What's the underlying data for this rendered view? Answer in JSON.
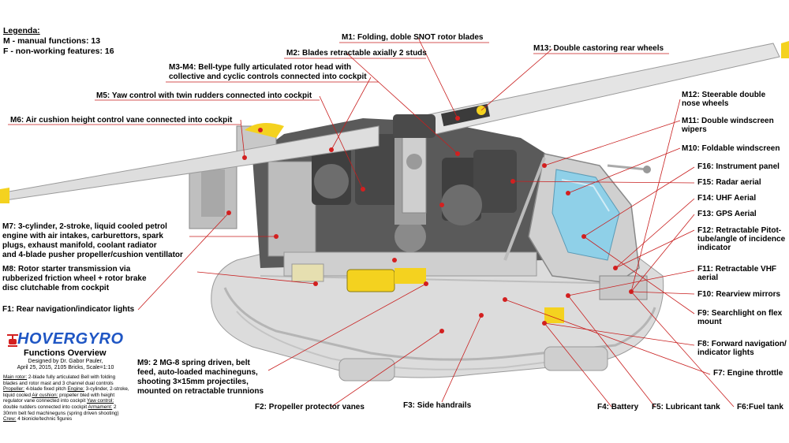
{
  "legend": {
    "title": "Legenda:",
    "manual": "M - manual functions: 13",
    "nonworking": "F - non-working features: 16"
  },
  "logo": {
    "text": "HOVERGYRO",
    "subtitle": "Functions Overview"
  },
  "credit": {
    "line1": "Designed by Dr. Gabor Pauler,",
    "line2": "April 25, 2015, 2105 Bricks, Scale=1:10"
  },
  "description": [
    {
      "k": "Main rotor:",
      "v": " 2-blade fully articulated Bell with folding blades and rotor mast and 3 channel dual controls "
    },
    {
      "k": "Propeller:",
      "v": " 4-blade fixed pitch "
    },
    {
      "k": "Engine:",
      "v": " 3-cylinder, 2-stroke, liquid cooled "
    },
    {
      "k": "Air cushion:",
      "v": " propeller bled with height regulator vane connected into cockpit "
    },
    {
      "k": "Yaw control:",
      "v": " double rudders connected into cockpit "
    },
    {
      "k": "Armament:",
      "v": " 2 30mm belt fed machineguns (spring driven shooting) "
    },
    {
      "k": "Crew:",
      "v": " 4 bionicle/technic figures"
    }
  ],
  "callouts": {
    "m1": "M1: Folding, doble SNOT rotor blades",
    "m2": "M2: Blades retractable axially 2 studs",
    "m13": "M13: Double castoring rear wheels",
    "m3m4_1": "M3-M4: Bell-type fully articulated rotor head with",
    "m3m4_2": "collective and cyclic controls connected into cockpit",
    "m5": "M5: Yaw control with twin rudders connected into cockpit",
    "m6": "M6: Air cushion height control vane connected into cockpit",
    "m12_1": "M12: Steerable double",
    "m12_2": "nose wheels",
    "m11_1": "M11: Double windscreen",
    "m11_2": "wipers",
    "m10": "M10: Foldable windscreen",
    "f16": "F16: Instrument panel",
    "f15": "F15: Radar aerial",
    "f14": "F14: UHF Aerial",
    "f13": "F13: GPS Aerial",
    "f12_1": "F12: Retractable Pitot-",
    "f12_2": "tube/angle of incidence",
    "f12_3": "indicator",
    "f11_1": "F11: Retractable VHF",
    "f11_2": "aerial",
    "f10": "F10: Rearview mirrors",
    "f9_1": "F9: Searchlight on flex",
    "f9_2": "mount",
    "f8_1": "F8: Forward navigation/",
    "f8_2": "indicator lights",
    "f7": "F7: Engine throttle",
    "m7_1": "M7: 3-cylinder, 2-stroke, liquid cooled petrol",
    "m7_2": "engine with air intakes, carburettors, spark",
    "m7_3": "plugs, exhaust manifold, coolant radiator",
    "m7_4": "and 4-blade pusher propeller/cushion ventillator",
    "m8_1": "M8: Rotor starter transmission via",
    "m8_2": "rubberized friction wheel + rotor brake",
    "m8_3": "disc clutchable from cockpit",
    "f1": "F1: Rear navigation/indicator lights",
    "m9_1": "M9: 2 MG-8 spring driven, belt",
    "m9_2": "feed, auto-loaded machineguns,",
    "m9_3": "shooting 3×15mm projectiles,",
    "m9_4": "mounted on retractable trunnions",
    "f2": "F2: Propeller protector vanes",
    "f3": "F3: Side handrails",
    "f4": "F4: Battery",
    "f5": "F5: Lubricant tank",
    "f6": "F6:Fuel tank"
  },
  "colors": {
    "hull": "#d9d9d9",
    "dark_parts": "#4a4a4a",
    "blade": "#e2e2e2",
    "yellow": "#f4d21f",
    "red": "#d42020",
    "blue_glass": "#8fd0e8",
    "leader": "#c81e1e",
    "logo_blue": "#1f56c4"
  }
}
